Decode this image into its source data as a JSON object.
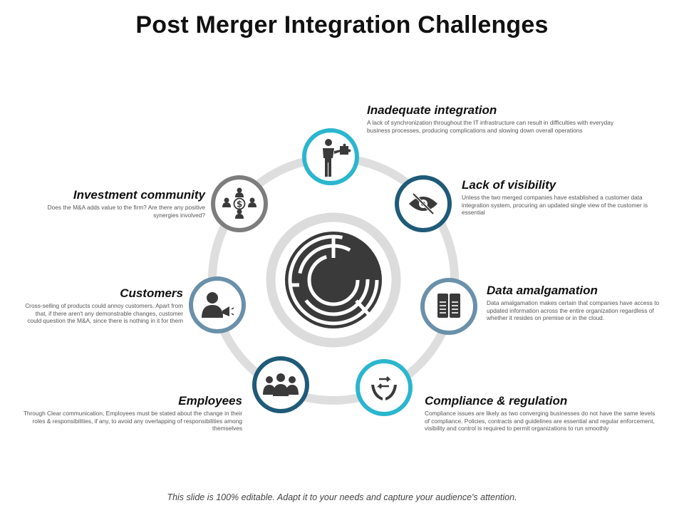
{
  "title": "Post Merger Integration Challenges",
  "footer": "This slide is 100% editable. Adapt it to your needs and capture your audience's attention.",
  "colors": {
    "ring": "#dedede",
    "center_ring": "#dcdcdc",
    "center_icon": "#3a3a3a",
    "icon": "#3a3a3a",
    "cyan": "#2bb6ce",
    "navy": "#1f5a78",
    "steel": "#6a90aa",
    "gray": "#7d7d7d"
  },
  "challenges": [
    {
      "title": "Inadequate integration",
      "desc": "A lack of synchronization throughout the IT infrastructure can result in difficulties with everyday business processes,  producing complications and slowing down overall operations",
      "icon": "businessman-puzzle-icon",
      "color": "cyan"
    },
    {
      "title": "Lack of visibility",
      "desc": "Unless the two merged companies have established a customer data integration system, procuring an updated single view of the customer is essential",
      "icon": "eye-hidden-icon",
      "color": "navy"
    },
    {
      "title": "Data amalgamation",
      "desc": "Data amalgamation makes certain that companies have access to updated information across the entire organization regardless of whether it resides on premise or in the cloud.",
      "icon": "open-book-icon",
      "color": "steel"
    },
    {
      "title": "Compliance & regulation",
      "desc": "Compliance issues are likely as two converging businesses do not have the same levels of compliance. Policies, contracts and guidelines are essential and regular enforcement, visibility and control is required to permit organizations to run smoothly",
      "icon": "hands-exchange-icon",
      "color": "cyan"
    },
    {
      "title": "Employees",
      "desc": "Through Clear communication, Employees must be stated about the change in their roles & responsibilities, if any, to avoid any overlapping of responsibilities among themselves",
      "icon": "team-icon",
      "color": "navy"
    },
    {
      "title": "Customers",
      "desc": "Cross-selling of products could annoy customers. Apart from that, if there aren't any demonstrable changes, customer could question the M&A, since there is nothing in it for them",
      "icon": "customer-megaphone-icon",
      "color": "steel"
    },
    {
      "title": "Investment community",
      "desc": "Does the M&A adds value to the firm? Are there any positive synergies involved?",
      "icon": "investors-dollar-icon",
      "color": "gray"
    }
  ]
}
